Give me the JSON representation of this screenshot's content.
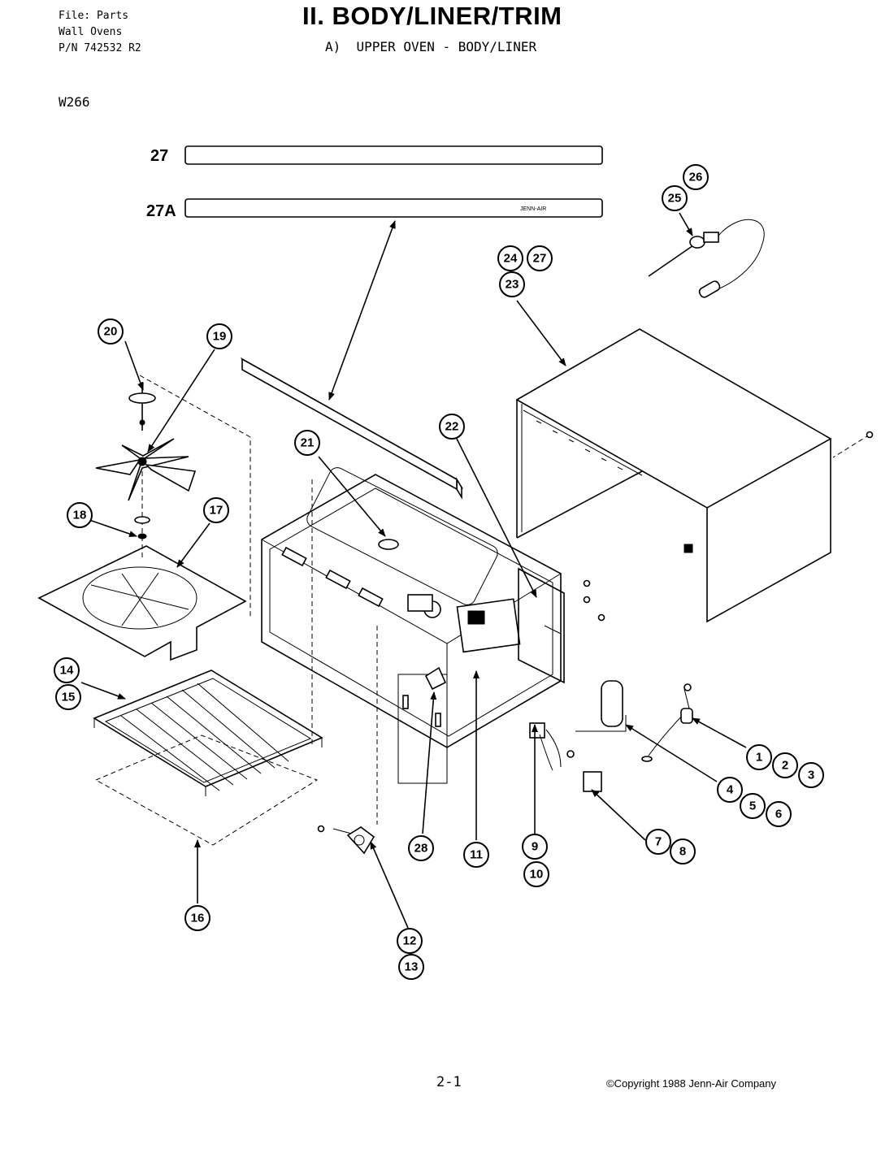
{
  "header": {
    "file_line": "File: Parts",
    "product_line": "Wall Ovens",
    "pn_line": "P/N 742532 R2",
    "title": "II. BODY/LINER/TRIM",
    "subtitle": "A)  UPPER OVEN - BODY/LINER",
    "model": "W266"
  },
  "diagram": {
    "panel_labels": [
      "27",
      "27A"
    ],
    "panel_logo": "JENN-AIR",
    "callouts": [
      "1",
      "2",
      "3",
      "4",
      "5",
      "6",
      "7",
      "8",
      "9",
      "10",
      "11",
      "12",
      "13",
      "14",
      "15",
      "16",
      "17",
      "18",
      "19",
      "20",
      "21",
      "22",
      "23",
      "24",
      "25",
      "26",
      "27",
      "28"
    ]
  },
  "footer": {
    "page_number": "2-1",
    "copyright": "©Copyright 1988 Jenn-Air Company"
  }
}
